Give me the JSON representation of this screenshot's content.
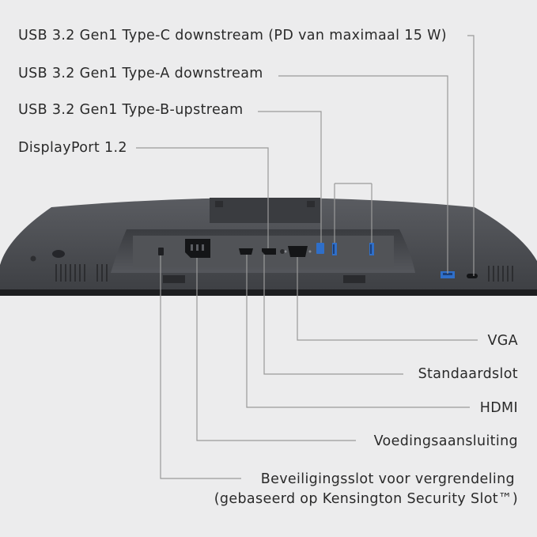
{
  "labels": {
    "usb_c_downstream": "USB 3.2 Gen1 Type-C downstream (PD van maximaal 15 W)",
    "usb_a_downstream": "USB 3.2 Gen1 Type-A downstream",
    "usb_b_upstream": "USB 3.2 Gen1 Type-B-upstream",
    "displayport": "DisplayPort 1.2",
    "vga": "VGA",
    "stand_lock": "Standaardslot",
    "hdmi": "HDMI",
    "power": "Voedingsaansluiting",
    "security_slot_line1": "Beveiligingsslot voor vergrendeling",
    "security_slot_line2": "(gebaseerd op Kensington Security Slot™)"
  },
  "colors": {
    "background": "#ececed",
    "monitor_body": "#4a4c50",
    "monitor_dark": "#2f3034",
    "usb_blue": "#2f6fc9",
    "callout_line": "#9a9a9a"
  }
}
